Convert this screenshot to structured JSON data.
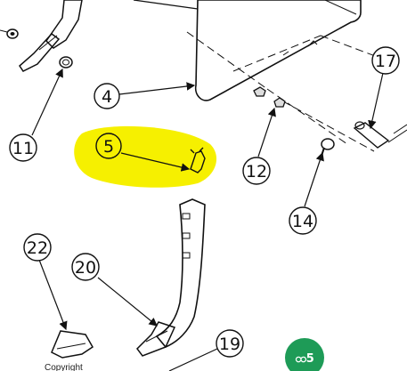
{
  "callouts": {
    "c4": "4",
    "c5": "5",
    "c11": "11",
    "c12": "12",
    "c14": "14",
    "c17": "17",
    "c19": "19",
    "c20": "20",
    "c22": "22"
  },
  "copyright": "Copyright",
  "badge_label": "ထ5",
  "colors": {
    "highlight": "#f6f000",
    "badge": "#1e9b57",
    "line": "#111111"
  }
}
